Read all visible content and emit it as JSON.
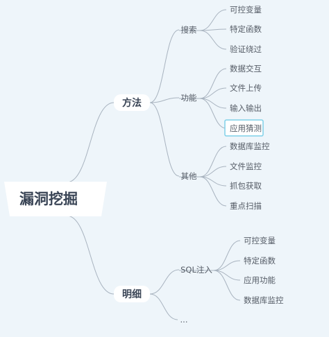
{
  "root": {
    "label": "漏洞挖掘"
  },
  "branches": [
    {
      "label": "方法",
      "children": [
        {
          "label": "搜索",
          "children": [
            "可控变量",
            "特定函数",
            "验证绕过"
          ]
        },
        {
          "label": "功能",
          "children": [
            "数据交互",
            "文件上传",
            "输入输出",
            "应用猜测"
          ]
        },
        {
          "label": "其他",
          "children": [
            "数据库监控",
            "文件监控",
            "抓包获取",
            "重点扫描"
          ]
        }
      ]
    },
    {
      "label": "明细",
      "children": [
        {
          "label": "SQL注入",
          "children": [
            "可控变量",
            "特定函数",
            "应用功能",
            "数据库监控"
          ]
        },
        {
          "label": "...",
          "children": []
        }
      ]
    }
  ],
  "highlight": {
    "branch": 0,
    "sub": 1,
    "leaf": 3
  },
  "colors": {
    "background": "#eef5fa",
    "edge": "#a8b3bf",
    "highlight": "#7fd0e8",
    "text_dark": "#3a4556",
    "text": "#555c66"
  }
}
